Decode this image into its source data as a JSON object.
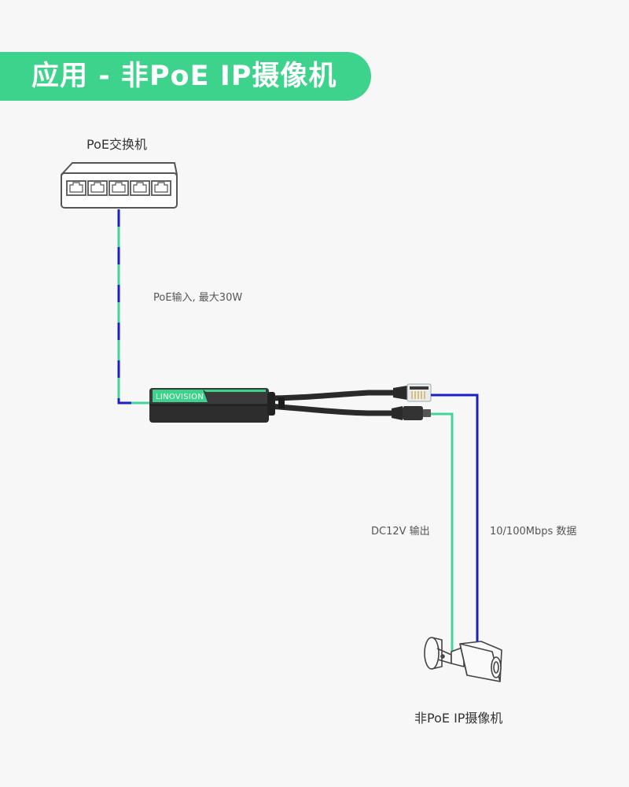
{
  "header": {
    "title": "应用 - 非PoE IP摄像机"
  },
  "devices": {
    "switch_label": "PoE交换机",
    "injector_brand": "LINOVISION",
    "camera_label": "非PoE IP摄像机"
  },
  "connections": {
    "poe_input": "PoE输入, 最大30W",
    "dc_output": "DC12V 输出",
    "data": "10/100Mbps 数据"
  },
  "colors": {
    "accent": "#3ed38d",
    "power_line": "#44d49a",
    "data_line": "#1a1fc8"
  }
}
